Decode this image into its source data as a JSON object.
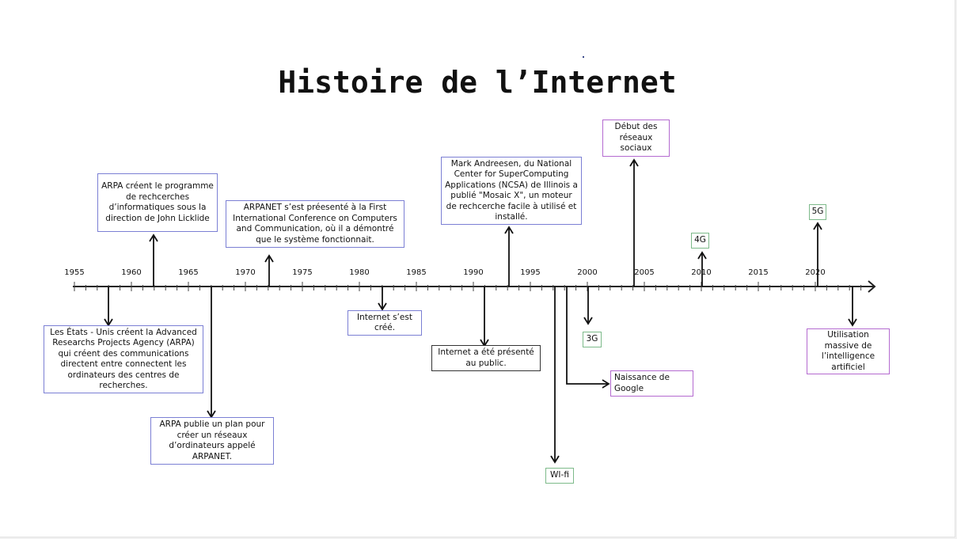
{
  "title": "Histoire de l’Internet",
  "colors": {
    "blue": "#7b7fd4",
    "purple": "#b46ad0",
    "green": "#7dba8a",
    "dark": "#333333"
  },
  "axis": {
    "start": 1955,
    "end": 2024,
    "ticks": [
      "1955",
      "1960",
      "1965",
      "1970",
      "1975",
      "1980",
      "1985",
      "1990",
      "1995",
      "2000",
      "2005",
      "2010",
      "2015",
      "2020"
    ]
  },
  "events": [
    {
      "id": "arpa-agency",
      "text": "Les États - Unis créent la Advanced Researchs Projects Agency (ARPA) qui créent des communications directent entre connectent les ordinateurs des centres de recherches.",
      "color": "blue",
      "direction": "down"
    },
    {
      "id": "arpa-licklide",
      "text": "ARPA créent le programme de rechcerches d’informatiques sous la direction de John Licklide",
      "color": "blue",
      "direction": "up"
    },
    {
      "id": "arpanet-plan",
      "text": "ARPA publie un plan pour créer un réseaux d’ordinateurs appelé ARPANET.",
      "color": "blue",
      "direction": "down"
    },
    {
      "id": "arpanet-conference",
      "text": "ARPANET s’est préesenté à la First International Conference on Computers and Communication, où il a démontré que le système fonctionnait.",
      "color": "blue",
      "direction": "up"
    },
    {
      "id": "internet-created",
      "text": "Internet s’est créé.",
      "color": "blue",
      "direction": "down"
    },
    {
      "id": "internet-public",
      "text": "Internet a été présenté au public.",
      "color": "dark",
      "direction": "down"
    },
    {
      "id": "mosaic",
      "text": "Mark Andreesen, du National Center for SuperComputing Applications (NCSA) de Illinois a publié \"Mosaic X\", un moteur de rechcerche facile à utilisé et installé.",
      "color": "blue",
      "direction": "up"
    },
    {
      "id": "wifi",
      "text": "WI-fi",
      "color": "green",
      "direction": "down"
    },
    {
      "id": "google",
      "text": "Naissance de Google",
      "color": "purple",
      "direction": "down"
    },
    {
      "id": "3g",
      "text": "3G",
      "color": "green",
      "direction": "down"
    },
    {
      "id": "social",
      "text": "Début des réseaux sociaux",
      "color": "purple",
      "direction": "up"
    },
    {
      "id": "4g",
      "text": "4G",
      "color": "green",
      "direction": "up"
    },
    {
      "id": "5g",
      "text": "5G",
      "color": "green",
      "direction": "up"
    },
    {
      "id": "ai",
      "text": "Utilisation massive de l’intelligence artificiel",
      "color": "purple",
      "direction": "down"
    }
  ]
}
